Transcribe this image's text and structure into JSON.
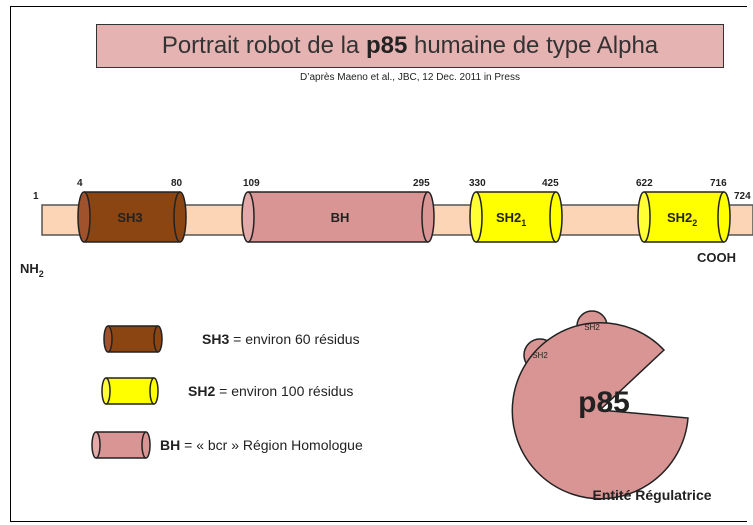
{
  "slide": {
    "title_prefix": "Portrait robot de la",
    "title_bold": "p85",
    "title_suffix": "humaine de type  Alpha",
    "subtitle": "D’après Maeno et al., JBC, 12 Dec.  2011 in Press"
  },
  "protein": {
    "terminus_n": "NH",
    "terminus_n_sub": "2",
    "terminus_c": "COOH",
    "start_residue": "1",
    "end_residue": "724",
    "domains": [
      {
        "id": "sh3",
        "label": "SH3",
        "label_sub": "",
        "start": "4",
        "end": "80",
        "color": "#8b4513"
      },
      {
        "id": "bh",
        "label": "BH",
        "label_sub": "",
        "start": "109",
        "end": "295",
        "color": "#d99594"
      },
      {
        "id": "sh2-1",
        "label": "SH2",
        "label_sub": "1",
        "start": "330",
        "end": "425",
        "color": "#ffff00"
      },
      {
        "id": "sh2-2",
        "label": "SH2",
        "label_sub": "2",
        "start": "622",
        "end": "716",
        "color": "#ffff00"
      }
    ],
    "linker_color": "#fbd5b5"
  },
  "legend": [
    {
      "id": "sh3",
      "term": "SH3",
      "desc": " = environ 60 résidus"
    },
    {
      "id": "sh2",
      "term": "SH2",
      "desc": " = environ 100 résidus"
    },
    {
      "id": "bh",
      "term": "BH",
      "desc": " = « bcr » Région Homologue"
    }
  ],
  "regulatory": {
    "label": "p85",
    "caption": "Entité Régulatrice",
    "bump_label_1": "SH2",
    "bump_label_2": "SH2",
    "color": "#d99594"
  }
}
